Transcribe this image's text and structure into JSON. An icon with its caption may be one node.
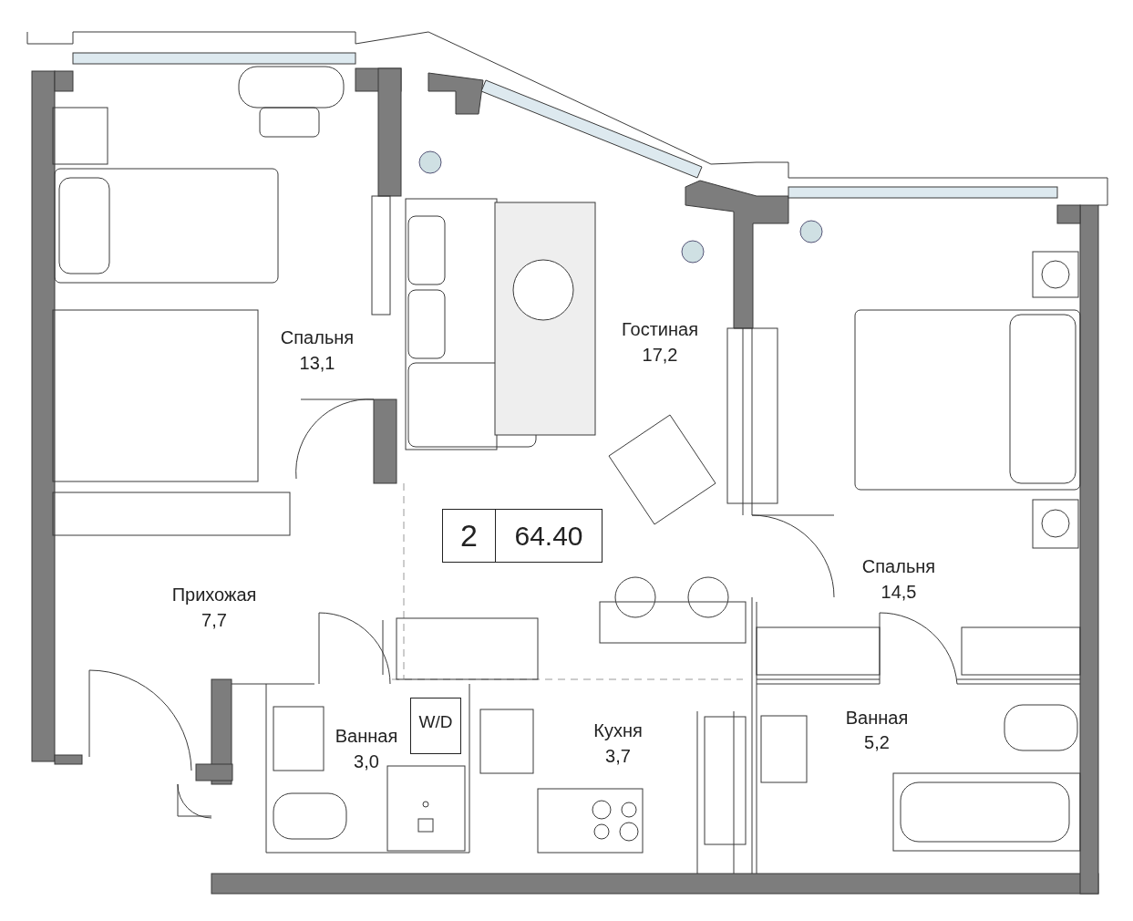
{
  "diagram": {
    "nodes": [
      {
        "text": [
          "2",
          "64.40"
        ]
      },
      {
        "text": [
          "W/D"
        ]
      }
    ],
    "labels": [
      "Спальня",
      "13,1",
      "Гостиная",
      "17,2",
      "Спальня",
      "14,5",
      "Прихожая",
      "7,7",
      "Ванная",
      "3,0",
      "Кухня",
      "3,7",
      "Ванная",
      "5,2"
    ]
  }
}
